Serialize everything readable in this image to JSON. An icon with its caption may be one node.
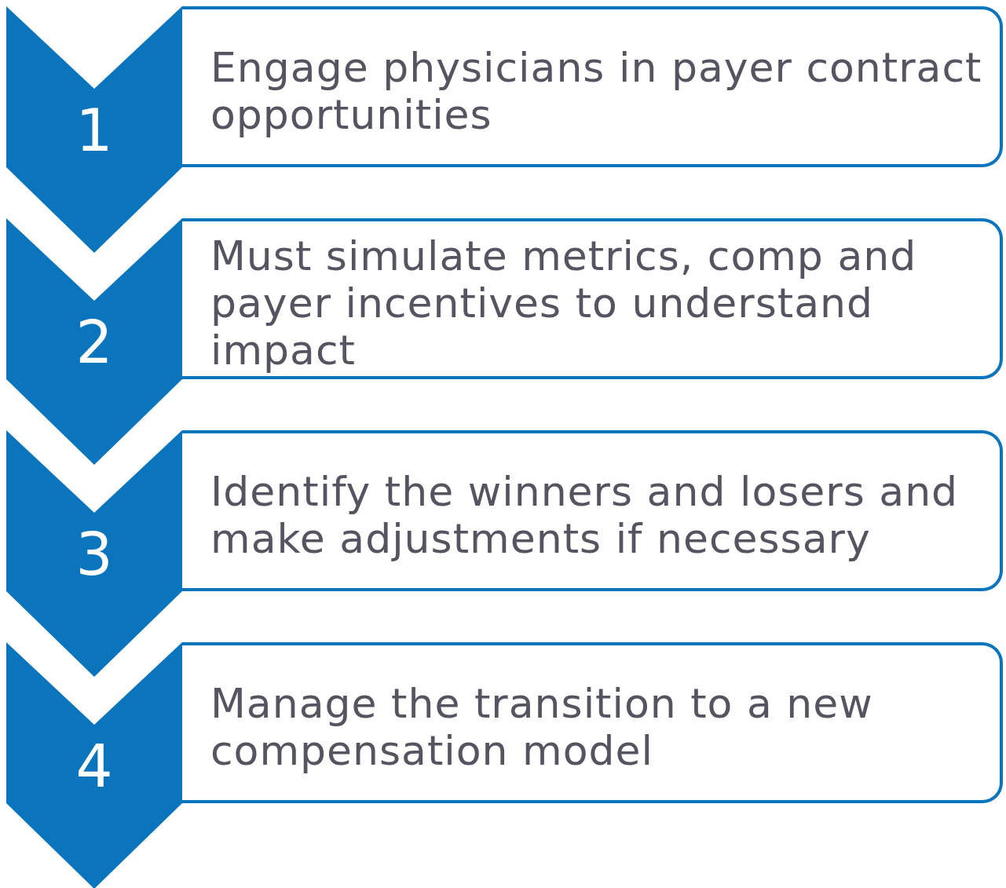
{
  "diagram": {
    "nodes": [
      {
        "text": [
          "1"
        ]
      },
      {
        "text": [
          "Engage physicians in payer contract opportunities"
        ]
      },
      {
        "text": [
          "2"
        ]
      },
      {
        "text": [
          "Must simulate metrics, comp and payer incentives to understand impact"
        ]
      },
      {
        "text": [
          "3"
        ]
      },
      {
        "text": [
          "Identify the winners and losers and make adjustments if necessary"
        ]
      },
      {
        "text": [
          "4"
        ]
      },
      {
        "text": [
          "Manage the transition to a new compensation model"
        ]
      }
    ]
  }
}
